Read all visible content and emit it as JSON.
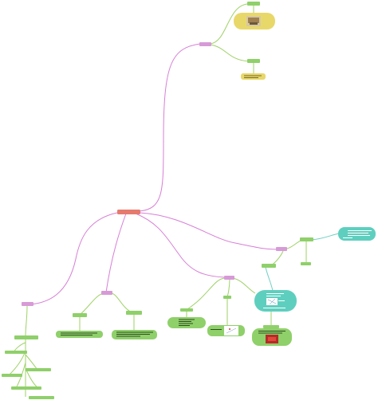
{
  "colors": {
    "canvas": "#ffffff",
    "central_topic": "#e57b6e",
    "main_branch_line": "#d77fd6",
    "main_topic": "#d79ad7",
    "subtopic": "#8fd06a",
    "subtopic_line": "#9fd267",
    "yellow_block": "#e8d86a",
    "teal_block": "#5ecfbf",
    "teal_line": "#6ed0c3"
  },
  "central_topic": {
    "text": ""
  },
  "branches": [
    {
      "id": "top",
      "label": "",
      "children": [
        {
          "label": ""
        },
        {
          "label": ""
        }
      ]
    },
    {
      "id": "right",
      "label": "",
      "children": [
        {
          "label": ""
        },
        {
          "label": ""
        }
      ]
    },
    {
      "id": "middle-right",
      "label": "",
      "children": [
        {
          "label": ""
        },
        {
          "label": ""
        },
        {
          "label": ""
        }
      ]
    },
    {
      "id": "middle-left",
      "label": "",
      "children": [
        {
          "label": ""
        },
        {
          "label": ""
        }
      ]
    },
    {
      "id": "left",
      "label": "",
      "children": [
        {
          "label": ""
        },
        {
          "label": ""
        },
        {
          "label": ""
        },
        {
          "label": ""
        },
        {
          "label": ""
        }
      ]
    }
  ],
  "icons": {
    "image_thumbnail": "image-icon",
    "small_map": "map-thumbnail-icon",
    "red_photo": "photo-icon"
  }
}
